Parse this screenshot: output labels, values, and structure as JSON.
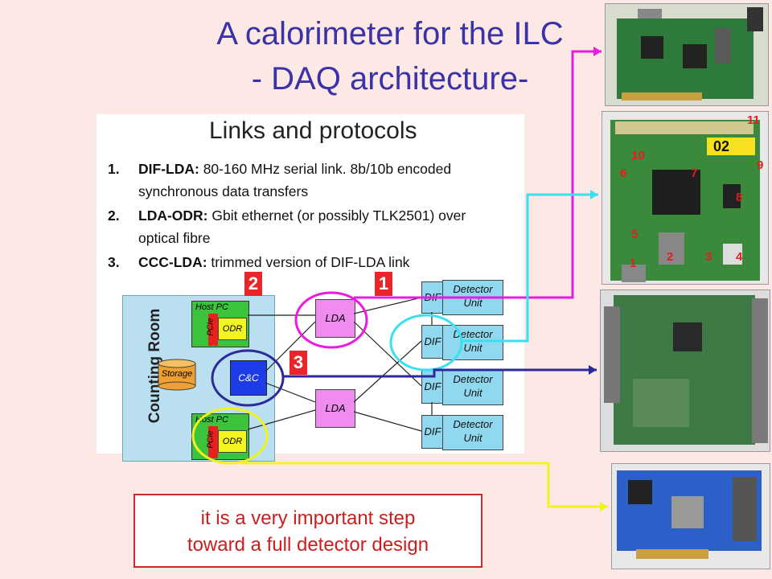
{
  "slide": {
    "title_line1": "A calorimeter for the ILC",
    "title_line2": "- DAQ architecture-",
    "callout_line1": "it is a very important step",
    "callout_line2": "toward a full detector design"
  },
  "protocols": {
    "heading": "Links and protocols",
    "items": [
      {
        "num": "1.",
        "name": "DIF-LDA:",
        "line1": "80-160 MHz serial link. 8b/10b encoded",
        "line2": "synchronous data transfers"
      },
      {
        "num": "2.",
        "name": "LDA-ODR:",
        "line1": "Gbit ethernet (or possibly TLK2501) over",
        "line2": "optical fibre"
      },
      {
        "num": "3.",
        "name": "CCC-LDA:",
        "line1": "trimmed version of DIF-LDA link",
        "line2": ""
      }
    ]
  },
  "diagram": {
    "counting_room": "Counting Room",
    "host_pc": "Host PC",
    "pcie": "PCIe",
    "odr": "ODR",
    "storage": "Storage",
    "cc": "C&C",
    "lda": "LDA",
    "dif": "DIF",
    "detector_unit_line1": "Detector",
    "detector_unit_line2": "Unit",
    "tags": [
      "2",
      "1",
      "3"
    ]
  },
  "photos": {
    "board2_chip_label": "02",
    "board2_numbers": [
      "11",
      "10",
      "6",
      "7",
      "9",
      "8",
      "5",
      "2",
      "3",
      "4",
      "1"
    ]
  },
  "colors": {
    "title": "#3a32a6",
    "magenta": "#e81ce0",
    "cyan": "#38e0f0",
    "navy": "#2c2a9a",
    "yellow": "#f2f21e",
    "tag_red": "#e8262a",
    "callout": "#cc1e1e"
  }
}
